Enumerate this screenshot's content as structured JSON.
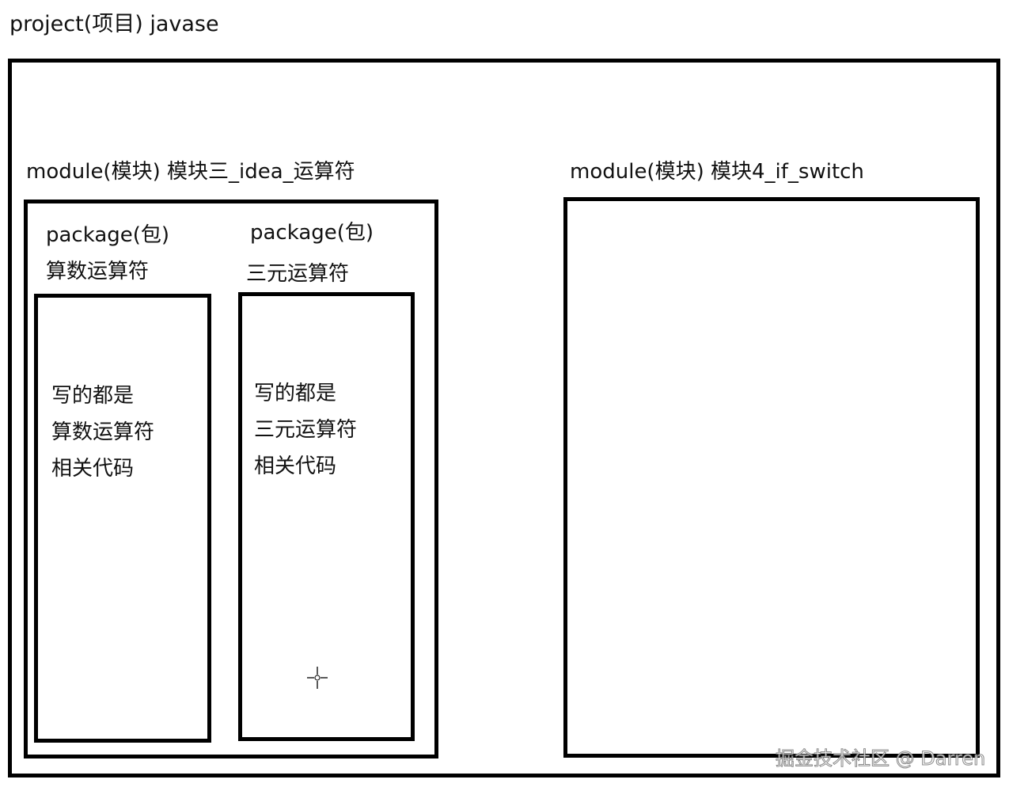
{
  "project": {
    "label": "project(项目)   javase"
  },
  "modules": [
    {
      "label": "module(模块)   模块三_idea_运算符",
      "packages": [
        {
          "label": "package(包)",
          "name": "算数运算符",
          "description": [
            "写的都是",
            "算数运算符",
            "相关代码"
          ]
        },
        {
          "label": "package(包)",
          "name": "三元运算符",
          "description": [
            "写的都是",
            "三元运算符",
            "相关代码"
          ]
        }
      ]
    },
    {
      "label": "module(模块)  模块4_if_switch",
      "packages": []
    }
  ],
  "watermark": "掘金技术社区 @ Darren",
  "icons": {
    "cursor": "crosshair-cursor-icon"
  }
}
